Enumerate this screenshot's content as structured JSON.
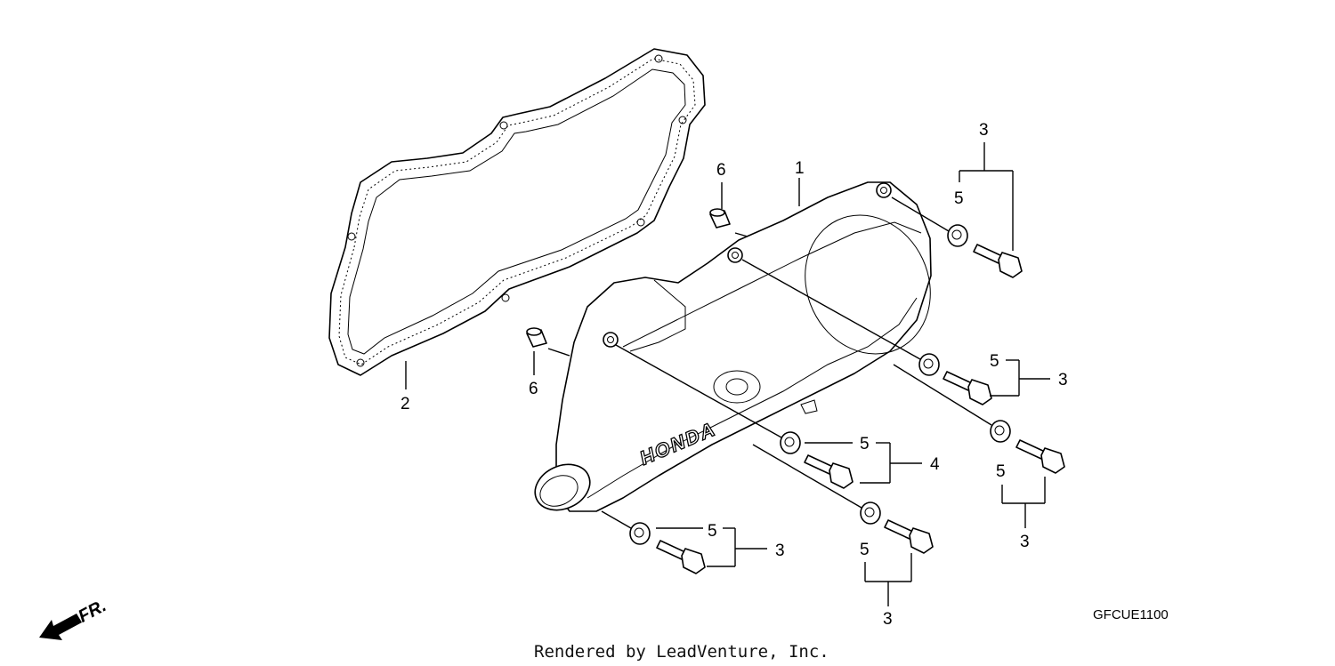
{
  "diagram": {
    "labels": {
      "cover": "1",
      "gasket": "2",
      "bolt_top": "3",
      "washer_top": "5",
      "pin_upper": "6",
      "pin_lower": "6",
      "washer_mid_right": "5",
      "bolt_mid_right": "3",
      "washer_center": "5",
      "bolt_center": "4",
      "washer_lower_right": "5",
      "bolt_lower_right": "3",
      "washer_bottom_center": "5",
      "bolt_bottom_center": "3",
      "washer_bottom_left": "5",
      "bolt_bottom_left": "3"
    },
    "cover_brand": "HONDA",
    "diagram_code": "GFCUE1100",
    "direction_label": "FR.",
    "credit": "Rendered by LeadVenture, Inc."
  }
}
